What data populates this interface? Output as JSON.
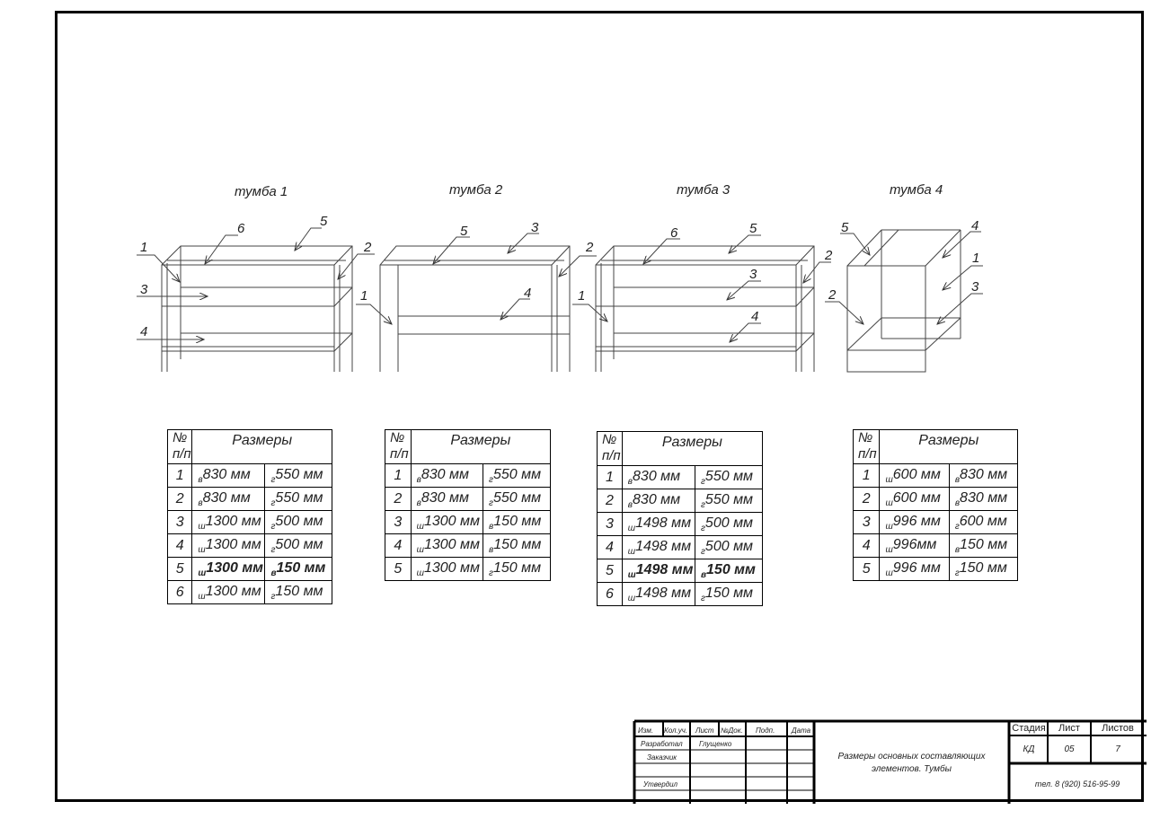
{
  "drawings": [
    {
      "title": "тумба 1",
      "callouts": [
        "1",
        "2",
        "3",
        "4",
        "5",
        "6"
      ]
    },
    {
      "title": "тумба 2",
      "callouts": [
        "1",
        "2",
        "3",
        "4",
        "5"
      ]
    },
    {
      "title": "тумба 3",
      "callouts": [
        "1",
        "2",
        "3",
        "4",
        "5",
        "6"
      ]
    },
    {
      "title": "тумба 4",
      "callouts": [
        "1",
        "2",
        "3",
        "4",
        "5"
      ]
    }
  ],
  "tables": [
    {
      "header": {
        "num_line1": "№",
        "num_line2": "п/п",
        "sizes": "Размеры"
      },
      "rows": [
        {
          "n": "1",
          "a_sub": "в",
          "a": "830 мм",
          "b_sub": "г",
          "b": "550 мм"
        },
        {
          "n": "2",
          "a_sub": "в",
          "a": "830 мм",
          "b_sub": "г",
          "b": "550 мм"
        },
        {
          "n": "3",
          "a_sub": "ш",
          "a": "1300 мм",
          "b_sub": "г",
          "b": "500 мм"
        },
        {
          "n": "4",
          "a_sub": "ш",
          "a": "1300 мм",
          "b_sub": "г",
          "b": "500 мм"
        },
        {
          "n": "5",
          "a_sub": "ш",
          "a": "1300 мм",
          "b_sub": "в",
          "b": "150 мм",
          "bold": true
        },
        {
          "n": "6",
          "a_sub": "ш",
          "a": "1300 мм",
          "b_sub": "г",
          "b": "150 мм"
        }
      ]
    },
    {
      "header": {
        "num_line1": "№",
        "num_line2": "п/п",
        "sizes": "Размеры"
      },
      "rows": [
        {
          "n": "1",
          "a_sub": "в",
          "a": "830 мм",
          "b_sub": "г",
          "b": "550 мм"
        },
        {
          "n": "2",
          "a_sub": "в",
          "a": "830 мм",
          "b_sub": "г",
          "b": "550 мм"
        },
        {
          "n": "3",
          "a_sub": "ш",
          "a": "1300 мм",
          "b_sub": "в",
          "b": "150 мм"
        },
        {
          "n": "4",
          "a_sub": "ш",
          "a": "1300 мм",
          "b_sub": "в",
          "b": "150 мм"
        },
        {
          "n": "5",
          "a_sub": "ш",
          "a": "1300 мм",
          "b_sub": "г",
          "b": "150 мм"
        }
      ]
    },
    {
      "header": {
        "num_line1": "№",
        "num_line2": "п/п",
        "sizes": "Размеры"
      },
      "rows": [
        {
          "n": "1",
          "a_sub": "в",
          "a": "830 мм",
          "b_sub": "г",
          "b": "550 мм"
        },
        {
          "n": "2",
          "a_sub": "в",
          "a": "830 мм",
          "b_sub": "г",
          "b": "550 мм"
        },
        {
          "n": "3",
          "a_sub": "ш",
          "a": "1498 мм",
          "b_sub": "г",
          "b": "500 мм"
        },
        {
          "n": "4",
          "a_sub": "ш",
          "a": "1498 мм",
          "b_sub": "г",
          "b": "500 мм"
        },
        {
          "n": "5",
          "a_sub": "ш",
          "a": "1498 мм",
          "b_sub": "в",
          "b": "150 мм",
          "bold": true
        },
        {
          "n": "6",
          "a_sub": "ш",
          "a": "1498 мм",
          "b_sub": "г",
          "b": "150 мм"
        }
      ]
    },
    {
      "header": {
        "num_line1": "№",
        "num_line2": "п/п",
        "sizes": "Размеры"
      },
      "rows": [
        {
          "n": "1",
          "a_sub": "ш",
          "a": "600 мм",
          "b_sub": "в",
          "b": "830 мм"
        },
        {
          "n": "2",
          "a_sub": "ш",
          "a": "600 мм",
          "b_sub": "в",
          "b": "830 мм"
        },
        {
          "n": "3",
          "a_sub": "ш",
          "a": "996 мм",
          "b_sub": "г",
          "b": "600 мм"
        },
        {
          "n": "4",
          "a_sub": "ш",
          "a": "996мм",
          "b_sub": "в",
          "b": "150 мм"
        },
        {
          "n": "5",
          "a_sub": "ш",
          "a": "996 мм",
          "b_sub": "г",
          "b": "150 мм"
        }
      ]
    }
  ],
  "title_block": {
    "col_heads": [
      "Изм.",
      "Кол.уч.",
      "Лист",
      "№Док.",
      "Подп.",
      "Дата"
    ],
    "developed_label": "Разработал",
    "developer": "Глущенко",
    "customer_label": "Заказчик",
    "approved_label": "Утвердил",
    "description": "Размеры основных составляющих элементов. Тумбы",
    "stage_label": "Стадия",
    "sheet_label": "Лист",
    "sheets_label": "Листов",
    "stage": "КД",
    "sheet": "05",
    "sheets": "7",
    "phone": "тел. 8 (920) 516-95-99"
  }
}
